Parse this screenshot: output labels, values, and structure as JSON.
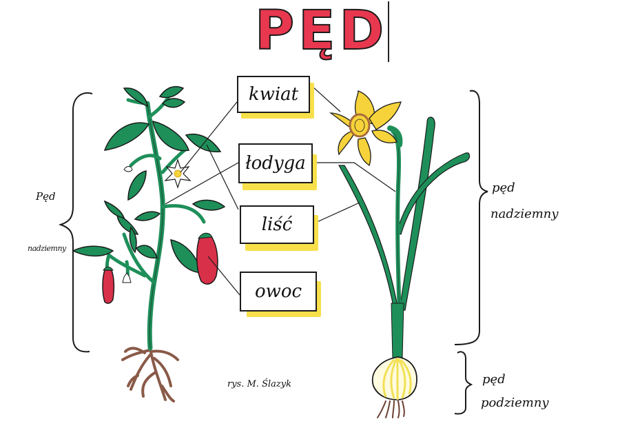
{
  "title": "PĘD",
  "labels": {
    "kwiat": "kwiat",
    "lodyga": "łodyga",
    "lisc": "liść",
    "owoc": "owoc"
  },
  "left_bracket": {
    "line1": "Pęd",
    "line2": "nadziemny"
  },
  "right_upper_bracket": {
    "line1": "pęd",
    "line2": "nadziemny"
  },
  "right_lower_bracket": {
    "line1": "pęd",
    "line2": "podziemny"
  },
  "signature": "rys. M. Ślazyk",
  "plants": {
    "left": "pepper plant (papryka) with flower, leaves, red fruits and roots",
    "right": "daffodil (żonkil) with flower, stem, leaves and bulb"
  },
  "colors": {
    "title_red": "#e8384f",
    "leaf_green": "#1f8f5a",
    "fruit_red": "#d9304a",
    "flower_yellow": "#f6d33a",
    "highlight_yellow": "#f7e04a",
    "root_brown": "#8a5a48",
    "ink": "#1a1a1a"
  }
}
